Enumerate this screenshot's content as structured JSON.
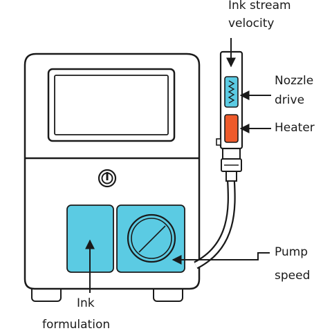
{
  "labels": {
    "ink_stream_line1": "Ink stream",
    "ink_stream_line2": "velocity",
    "nozzle_line1": "Nozzle",
    "nozzle_line2": "drive",
    "heater": "Heater",
    "pump_line1": "Pump",
    "pump_line2": "speed",
    "ink": "Ink",
    "formulation": "formulation"
  },
  "colors": {
    "ink_panel": "#5bcbe3",
    "heater": "#ee5a2b",
    "outline": "#1a1a1a",
    "background": "#ffffff"
  },
  "icons": {
    "power_button": "power-icon",
    "gauge": "gauge-icon"
  }
}
